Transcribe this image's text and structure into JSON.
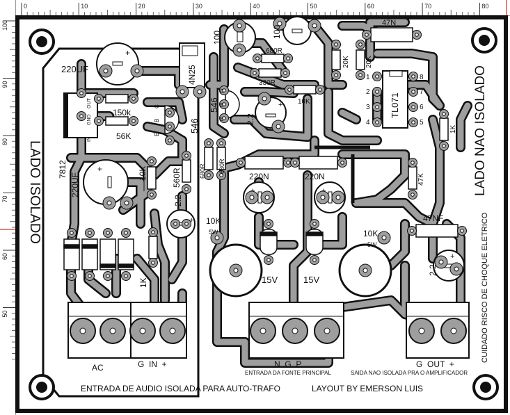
{
  "ruler": {
    "unit": "mm",
    "top_ticks": [
      "0",
      "10",
      "20",
      "30",
      "40",
      "50",
      "60",
      "70",
      "80"
    ],
    "left_ticks": [
      "100",
      "90",
      "80",
      "70",
      "60",
      "50"
    ]
  },
  "board": {
    "title_left": "LADO ISOLADO",
    "title_right": "LADO NAO ISOLADO",
    "warning": "CUIDADO RISCO DE CHOQUE ELETRICO",
    "footer": "ENTRADA DE AUDIO ISOLADA PARA AUTO-TRAFO",
    "credit": "LAYOUT BY EMERSON LUIS"
  },
  "components": {
    "c_220uf_top": "220UF",
    "ic_4n25": "4N25",
    "r_150k": "150k",
    "r_56k": "56K",
    "t_546_left": "546",
    "reg_7812": "7812",
    "c_220uf_left": "220UF",
    "r_10k_left": "10K",
    "r_560r": "560R",
    "c_22_left": "2.2",
    "r_1k_left": "1K",
    "c_100_a": "100",
    "c_100_b": "100",
    "r_680r_top": "680R",
    "r_330r": "330R",
    "t_546_mid": "546",
    "c_22_mid": "2.2",
    "r_10k_mid": "10K",
    "r_20k_a": "20K",
    "r_20k_b": "20K",
    "c_47n_top": "47N",
    "ic_tl071": "TL071",
    "r_1k_right": "1K",
    "r_47k": "47K",
    "c_47nf": "47NF",
    "c_22_right": "2.2",
    "c_220n_a": "220N",
    "c_220n_b": "220N",
    "r_680r_a": "680R",
    "r_680r_b": "680R",
    "r_10k_5w_a": "10K",
    "r_5w_a": "5W",
    "r_10k_5w_b": "10K",
    "r_5w_b": "5W",
    "z_15v_a": "15V",
    "z_15v_b": "15V",
    "reg_pins": [
      "IN",
      "GND",
      "OUT"
    ],
    "ic_pins_left": [
      "1",
      "2",
      "3",
      "4"
    ],
    "ic_pins_right": [
      "8",
      "7",
      "6",
      "5"
    ],
    "trans_pins": [
      "C",
      "B",
      "E"
    ]
  },
  "connectors": {
    "ac": "AC",
    "g_in": "G  IN  +",
    "ngp": "N  G  P",
    "ngp_desc": "ENTRADA DA FONTE PRINCIPAL",
    "g_out": "G  OUT  +",
    "g_out_desc": "SAIDA NAO ISOLADA PRA O AMPLIFICADOR"
  },
  "colors": {
    "copper": "#9e9e9e",
    "background": "#ffffff",
    "ink": "#111111",
    "ruler_marker": "#cc0000"
  }
}
